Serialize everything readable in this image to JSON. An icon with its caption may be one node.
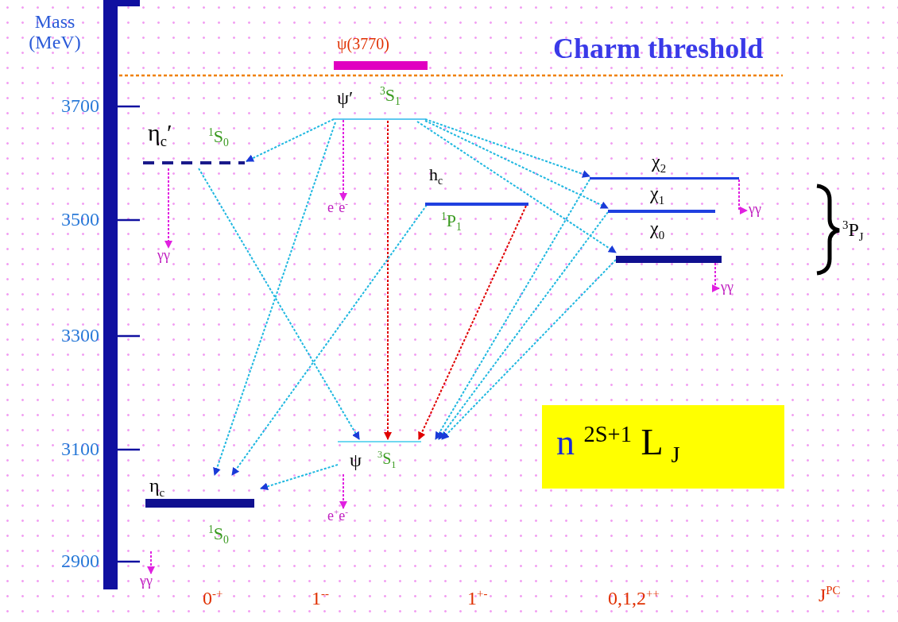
{
  "diagram": {
    "nodes": [
      {
        "text": [
          "ψ(3770)"
        ]
      },
      {
        "text": [
          "η$_{c}$′",
          "$^{1}$S$_{0}$"
        ]
      },
      {
        "text": [
          "ψ′",
          "$^{3}$S$_{1}$"
        ]
      },
      {
        "text": [
          "h$_{c}$",
          "$^{1}$P$_{1}$"
        ]
      },
      {
        "text": [
          "χ$_{2}$"
        ]
      },
      {
        "text": [
          "χ$_{1}$"
        ]
      },
      {
        "text": [
          "χ$_{0}$"
        ]
      },
      {
        "text": [
          "ψ",
          "$^{3}$S$_{1}$"
        ]
      },
      {
        "text": [
          "η$_{c}$",
          "$^{1}$S$_{0}$"
        ]
      },
      {
        "text": [
          "n $^{2S+1}$ L $_{J}$"
        ]
      },
      {
        "text": [
          "γγ"
        ]
      },
      {
        "text": [
          "e$^{+}$e$^{-}$"
        ]
      },
      {
        "text": [
          "γγ"
        ]
      },
      {
        "text": [
          "γγ"
        ]
      },
      {
        "text": [
          "e$^{+}$e$^{-}$"
        ]
      },
      {
        "text": [
          "γγ"
        ]
      }
    ],
    "edges": [
      {
        "from": 2,
        "to": 1,
        "arrow": "to"
      },
      {
        "from": 2,
        "to": 11,
        "arrow": "to",
        "color": "#e020e0"
      },
      {
        "from": 2,
        "to": 7,
        "arrow": "to",
        "color": "#e00000"
      },
      {
        "from": 2,
        "to": 4,
        "arrow": "to"
      },
      {
        "from": 2,
        "to": 5,
        "arrow": "to"
      },
      {
        "from": 2,
        "to": 6,
        "arrow": "to"
      },
      {
        "from": 2,
        "to": 8,
        "arrow": "to"
      },
      {
        "from": 1,
        "to": 7,
        "arrow": "to"
      },
      {
        "from": 3,
        "to": 8,
        "arrow": "to"
      },
      {
        "from": 3,
        "to": 7,
        "arrow": "to",
        "color": "#e00000"
      },
      {
        "from": 4,
        "to": 7,
        "arrow": "to"
      },
      {
        "from": 5,
        "to": 7,
        "arrow": "to"
      },
      {
        "from": 6,
        "to": 7,
        "arrow": "to"
      },
      {
        "from": 7,
        "to": 8,
        "arrow": "to"
      },
      {
        "from": 7,
        "to": 14,
        "arrow": "to",
        "color": "#e020e0"
      },
      {
        "from": 1,
        "to": 10,
        "arrow": "to",
        "color": "#e020e0"
      },
      {
        "from": 4,
        "to": 12,
        "arrow": "to",
        "color": "#e020e0"
      },
      {
        "from": 6,
        "to": 13,
        "arrow": "to",
        "color": "#e020e0"
      },
      {
        "from": 8,
        "to": 15,
        "arrow": "to",
        "color": "#e020e0"
      }
    ],
    "labels": [
      "Mass (MeV)",
      "Charm threshold",
      "3700",
      "3500",
      "3300",
      "3100",
      "2900",
      "$^{3}$P$_{J}$",
      "0$^{-+}$",
      "1$^{--}$",
      "1$^{+-}$",
      "0,1,2$^{++}$",
      "J$^{PC}$"
    ]
  }
}
